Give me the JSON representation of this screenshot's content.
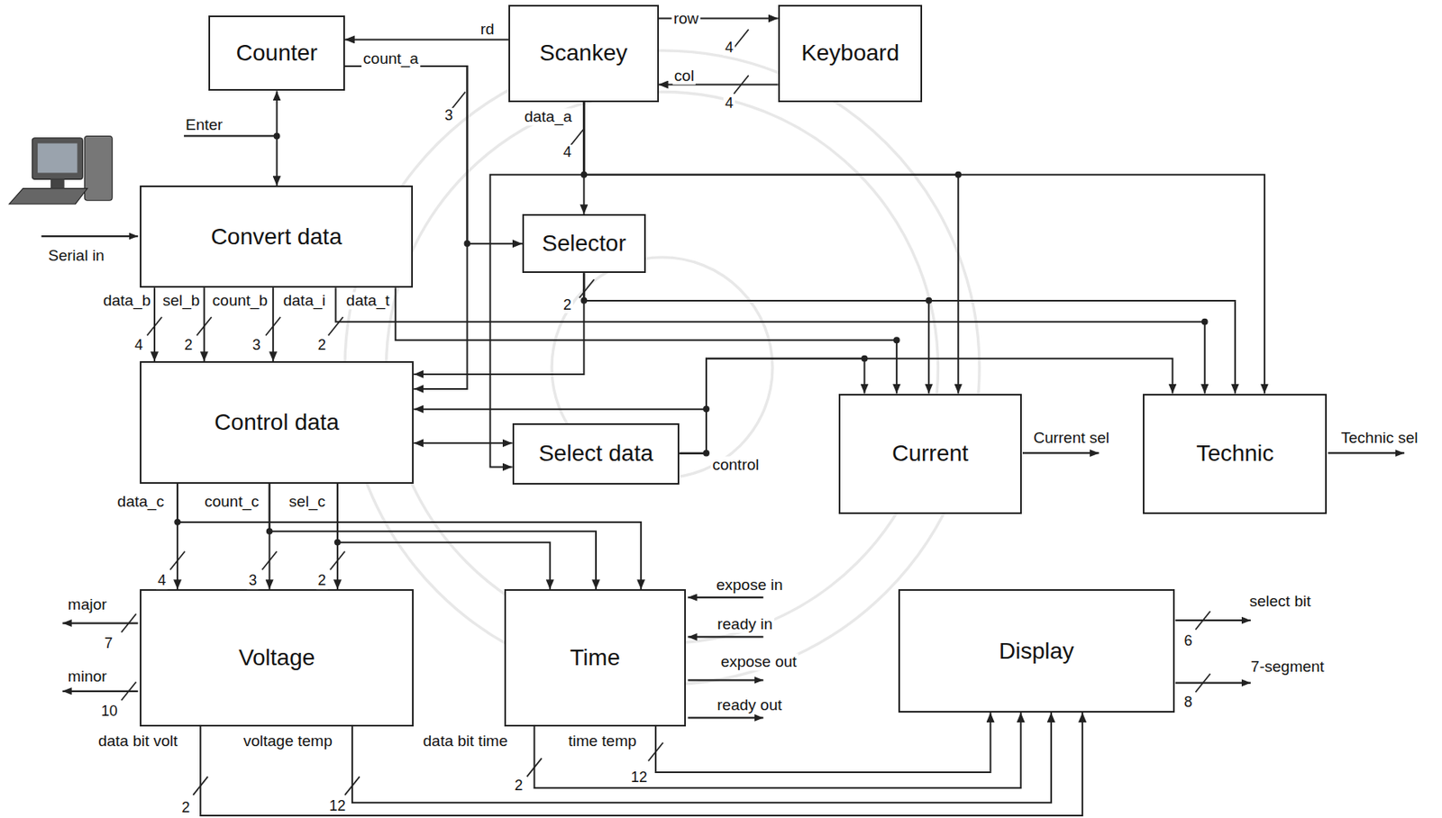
{
  "diagram": {
    "nodes": [
      {
        "text": [
          "Counter"
        ]
      },
      {
        "text": [
          "Scankey"
        ]
      },
      {
        "text": [
          "Keyboard"
        ]
      },
      {
        "text": [
          "Convert data"
        ]
      },
      {
        "text": [
          "Selector"
        ]
      },
      {
        "text": [
          "Control data"
        ]
      },
      {
        "text": [
          "Select data"
        ]
      },
      {
        "text": [
          "Current"
        ]
      },
      {
        "text": [
          "Technic"
        ]
      },
      {
        "text": [
          "Voltage"
        ]
      },
      {
        "text": [
          "Time"
        ]
      },
      {
        "text": [
          "Display"
        ]
      }
    ],
    "edges": [
      {
        "from": 1,
        "to": 0,
        "arrow": "to"
      },
      {
        "from": 1,
        "to": 2,
        "arrow": "to"
      },
      {
        "from": 2,
        "to": 1,
        "arrow": "to"
      },
      {
        "from": 0,
        "to": 3,
        "arrow": "both"
      },
      {
        "from": 0,
        "to": 4,
        "arrow": "to"
      },
      {
        "from": 0,
        "to": 5,
        "arrow": "to"
      },
      {
        "from": 1,
        "to": 4,
        "arrow": "to"
      },
      {
        "from": 1,
        "to": 6,
        "arrow": "to"
      },
      {
        "from": 1,
        "to": 7,
        "arrow": "to"
      },
      {
        "from": 1,
        "to": 8,
        "arrow": "to"
      },
      {
        "from": 4,
        "to": 5,
        "arrow": "to"
      },
      {
        "from": 4,
        "to": 7,
        "arrow": "to"
      },
      {
        "from": 4,
        "to": 8,
        "arrow": "to"
      },
      {
        "from": 3,
        "to": 5,
        "arrow": "to"
      },
      {
        "from": 3,
        "to": 5,
        "arrow": "to"
      },
      {
        "from": 3,
        "to": 5,
        "arrow": "to"
      },
      {
        "from": 3,
        "to": 8,
        "arrow": "to"
      },
      {
        "from": 3,
        "to": 7,
        "arrow": "to"
      },
      {
        "from": 5,
        "to": 6,
        "arrow": "both"
      },
      {
        "from": 6,
        "to": 5,
        "arrow": "to"
      },
      {
        "from": 6,
        "to": 7,
        "arrow": "to"
      },
      {
        "from": 6,
        "to": 8,
        "arrow": "to"
      },
      {
        "from": 5,
        "to": 9,
        "arrow": "to"
      },
      {
        "from": 5,
        "to": 9,
        "arrow": "to"
      },
      {
        "from": 5,
        "to": 9,
        "arrow": "to"
      },
      {
        "from": 5,
        "to": 10,
        "arrow": "to"
      },
      {
        "from": 5,
        "to": 10,
        "arrow": "to"
      },
      {
        "from": 5,
        "to": 10,
        "arrow": "to"
      },
      {
        "from": 9,
        "to": 11,
        "arrow": "to"
      },
      {
        "from": 9,
        "to": 11,
        "arrow": "to"
      },
      {
        "from": 10,
        "to": 11,
        "arrow": "to"
      },
      {
        "from": 10,
        "to": 11,
        "arrow": "to"
      }
    ],
    "labels": [
      "rd",
      "row",
      "4",
      "col",
      "4",
      "count_a",
      "3",
      "data_a",
      "4",
      "Enter",
      "Serial in",
      "2",
      "data_b",
      "sel_b",
      "count_b",
      "data_i",
      "data_t",
      "4",
      "2",
      "3",
      "2",
      "control",
      "Current sel",
      "Technic sel",
      "data_c",
      "count_c",
      "sel_c",
      "4",
      "3",
      "2",
      "major",
      "7",
      "minor",
      "10",
      "expose in",
      "ready in",
      "expose out",
      "ready out",
      "select bit",
      "6",
      "7-segment",
      "8",
      "data bit volt",
      "voltage temp",
      "data bit time",
      "time temp",
      "2",
      "12",
      "2",
      "12"
    ]
  }
}
